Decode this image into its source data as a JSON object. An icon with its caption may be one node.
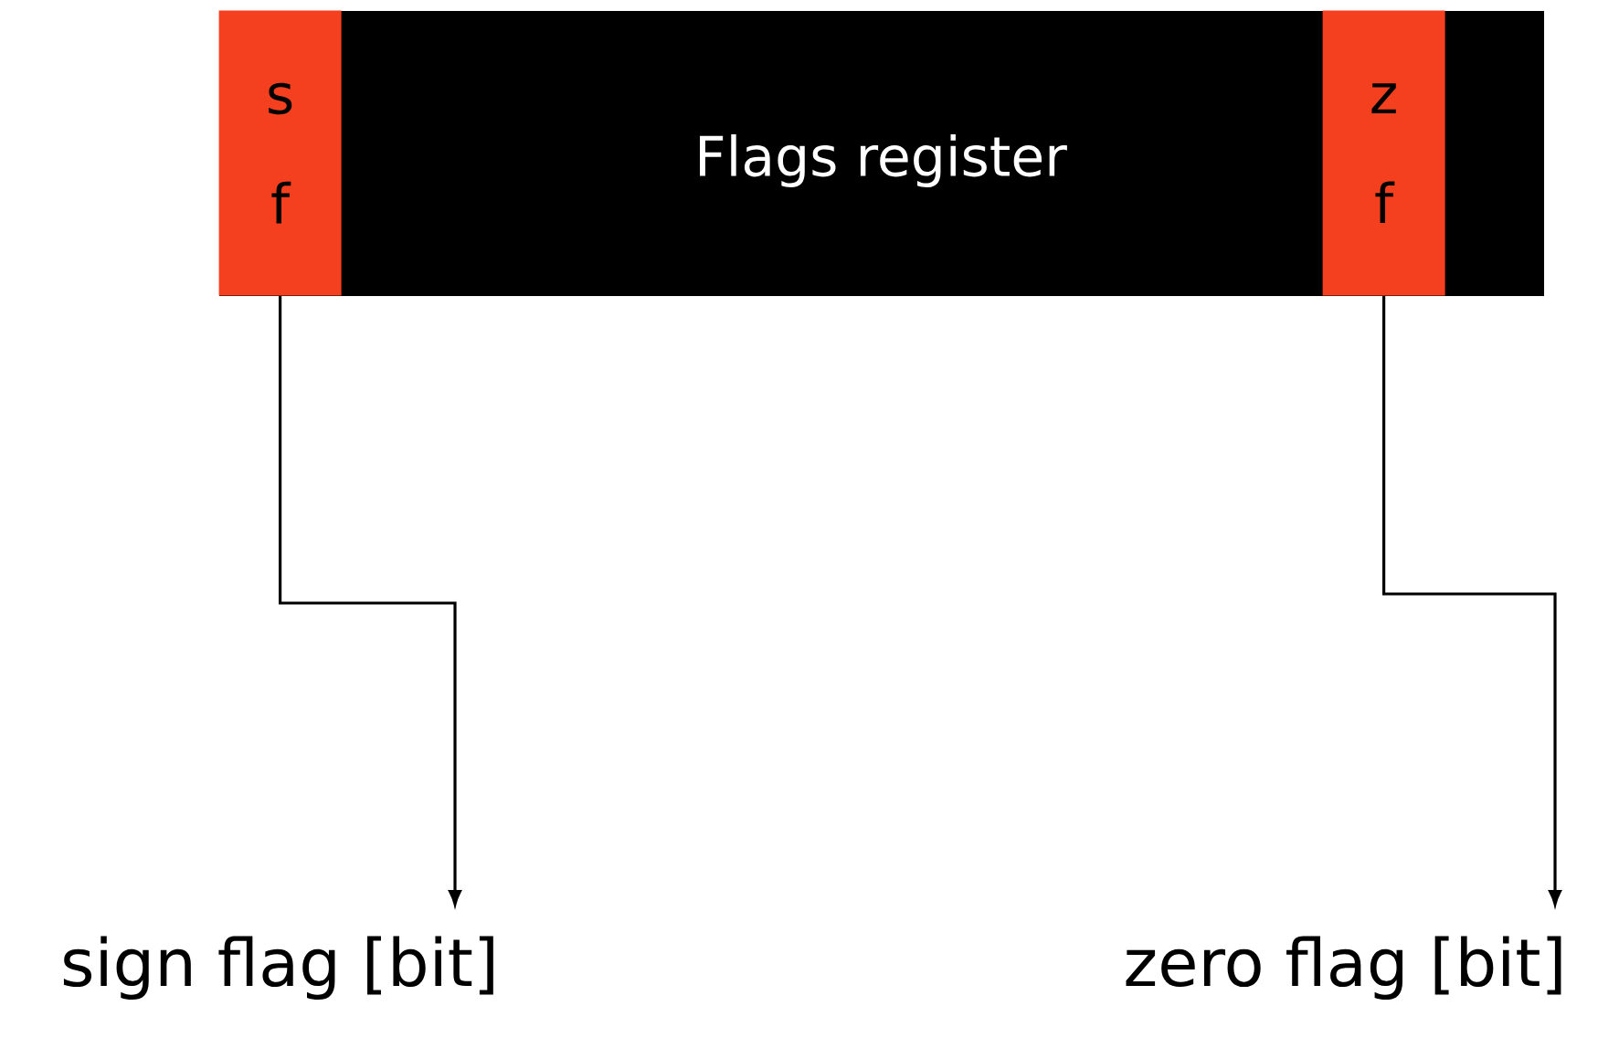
{
  "diagram": {
    "nodes": [
      {
        "text": [
          "Flags register"
        ]
      },
      {
        "text": [
          "s f"
        ],
        "in": 0
      },
      {
        "text": [
          "z f"
        ],
        "in": 0
      },
      {
        "text": [
          "sign flag [bit]"
        ]
      },
      {
        "text": [
          "zero flag [bit]"
        ]
      }
    ],
    "edges": [
      {
        "from": 1,
        "to": 3,
        "arrow": "to"
      },
      {
        "from": 2,
        "to": 4,
        "arrow": "to"
      }
    ]
  }
}
